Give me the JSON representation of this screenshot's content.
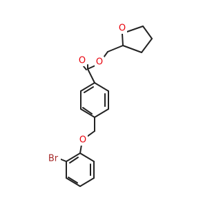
{
  "molecule": {
    "atoms": {
      "carbonyl_oxygen": "O",
      "ester_oxygen": "O",
      "ring_oxygen": "O",
      "ether_oxygen": "O",
      "bromine": "Br"
    },
    "colors": {
      "bond": "#222222",
      "oxygen": "#e8000b",
      "bromine": "#a52a2a"
    }
  }
}
